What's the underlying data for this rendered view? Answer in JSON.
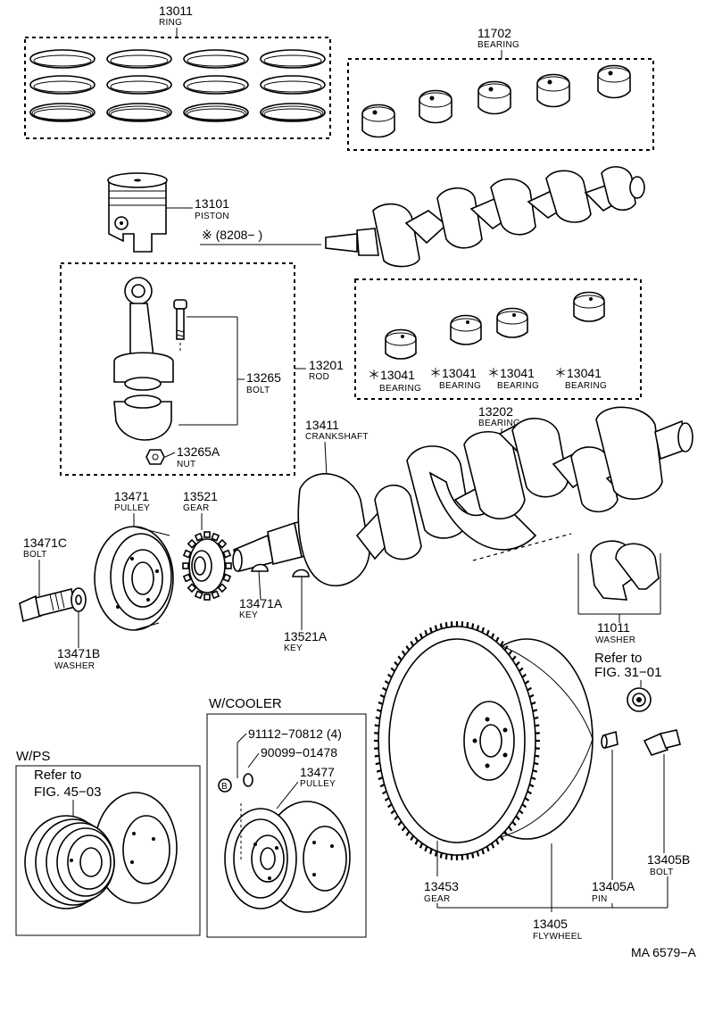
{
  "labels": {
    "ring": {
      "num": "13011",
      "name": "RING"
    },
    "bearing_main": {
      "num": "11702",
      "name": "BEARING"
    },
    "piston": {
      "num": "13101",
      "name": "PISTON"
    },
    "date_note": "※ (8208−     )",
    "rod": {
      "num": "13201",
      "name": "ROD"
    },
    "rod_bolt": {
      "num": "13265",
      "name": "BOLT"
    },
    "rod_nut": {
      "num": "13265A",
      "name": "NUT"
    },
    "bearing_13041": [
      {
        "num": "＊13041",
        "name": "BEARING"
      },
      {
        "num": "＊13041",
        "name": "BEARING"
      },
      {
        "num": "＊13041",
        "name": "BEARING"
      },
      {
        "num": "＊13041",
        "name": "BEARING"
      }
    ],
    "crankshaft": {
      "num": "13411",
      "name": "CRANKSHAFT"
    },
    "bearing_13202": {
      "num": "13202",
      "name": "BEARING"
    },
    "pulley": {
      "num": "13471",
      "name": "PULLEY"
    },
    "gear_13521": {
      "num": "13521",
      "name": "GEAR"
    },
    "bolt_13471c": {
      "num": "13471C",
      "name": "BOLT"
    },
    "key_13471a": {
      "num": "13471A",
      "name": "KEY"
    },
    "key_13521a": {
      "num": "13521A",
      "name": "KEY"
    },
    "washer_13471b": {
      "num": "13471B",
      "name": "WASHER"
    },
    "washer_11011": {
      "num": "11011",
      "name": "WASHER"
    },
    "refer_31": {
      "line1": "Refer to",
      "line2": "FIG. 31−01"
    },
    "w_cooler": "W/COOLER",
    "bolt_91112": "91112−70812 (4)",
    "part_90099": "90099−01478",
    "pulley_13477": {
      "num": "13477",
      "name": "PULLEY"
    },
    "circle_b": "B",
    "w_ps": "W/PS",
    "refer_45": {
      "line1": "Refer to",
      "line2": "FIG. 45−03"
    },
    "gear_13453": {
      "num": "13453",
      "name": "GEAR"
    },
    "pin_13405a": {
      "num": "13405A",
      "name": "PIN"
    },
    "bolt_13405b": {
      "num": "13405B",
      "name": "BOLT"
    },
    "flywheel": {
      "num": "13405",
      "name": "FLYWHEEL"
    },
    "fig_code": "MA 6579−A"
  }
}
